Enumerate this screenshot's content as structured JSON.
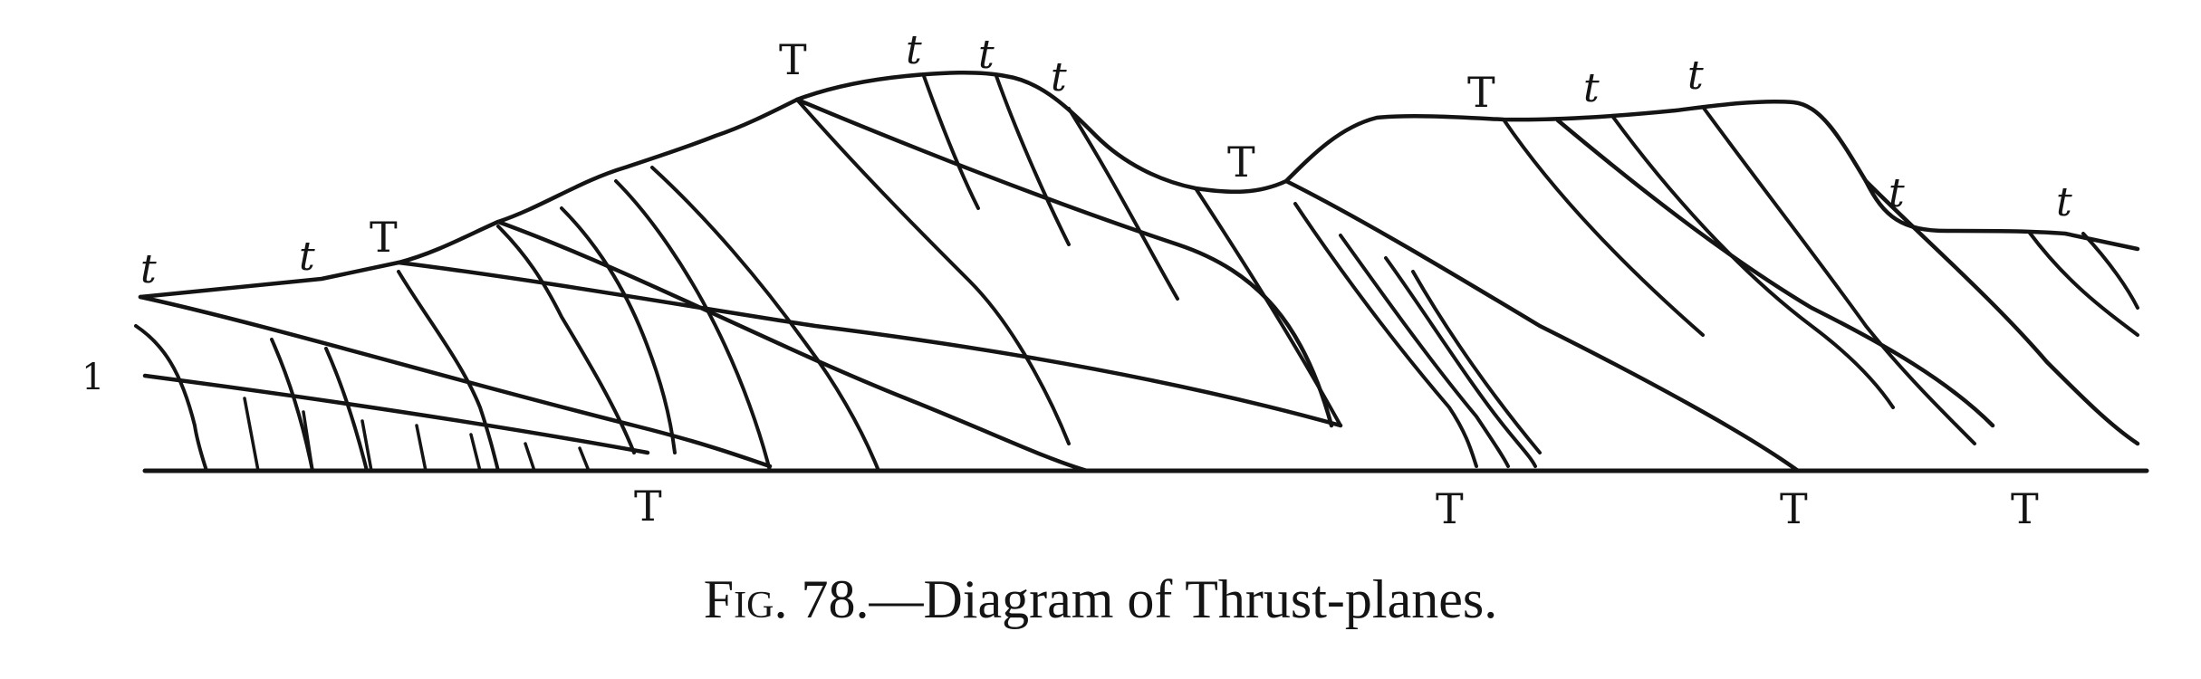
{
  "figure": {
    "labels": {
      "top_T1": "T",
      "top_t1": "t",
      "top_t2": "t",
      "top_t3": "t",
      "mid_T": "T",
      "right_T": "T",
      "right_t1": "t",
      "right_t2": "t",
      "far_t1": "t",
      "far_t2": "t",
      "left_t1": "t",
      "left_t2": "t",
      "left_T": "T",
      "side_mark": "1",
      "base_T1": "T",
      "base_T2": "T",
      "base_T3": "T",
      "base_T4": "T"
    }
  },
  "caption": {
    "fig": "Fig.",
    "text": "78.—Diagram of Thrust-planes."
  }
}
